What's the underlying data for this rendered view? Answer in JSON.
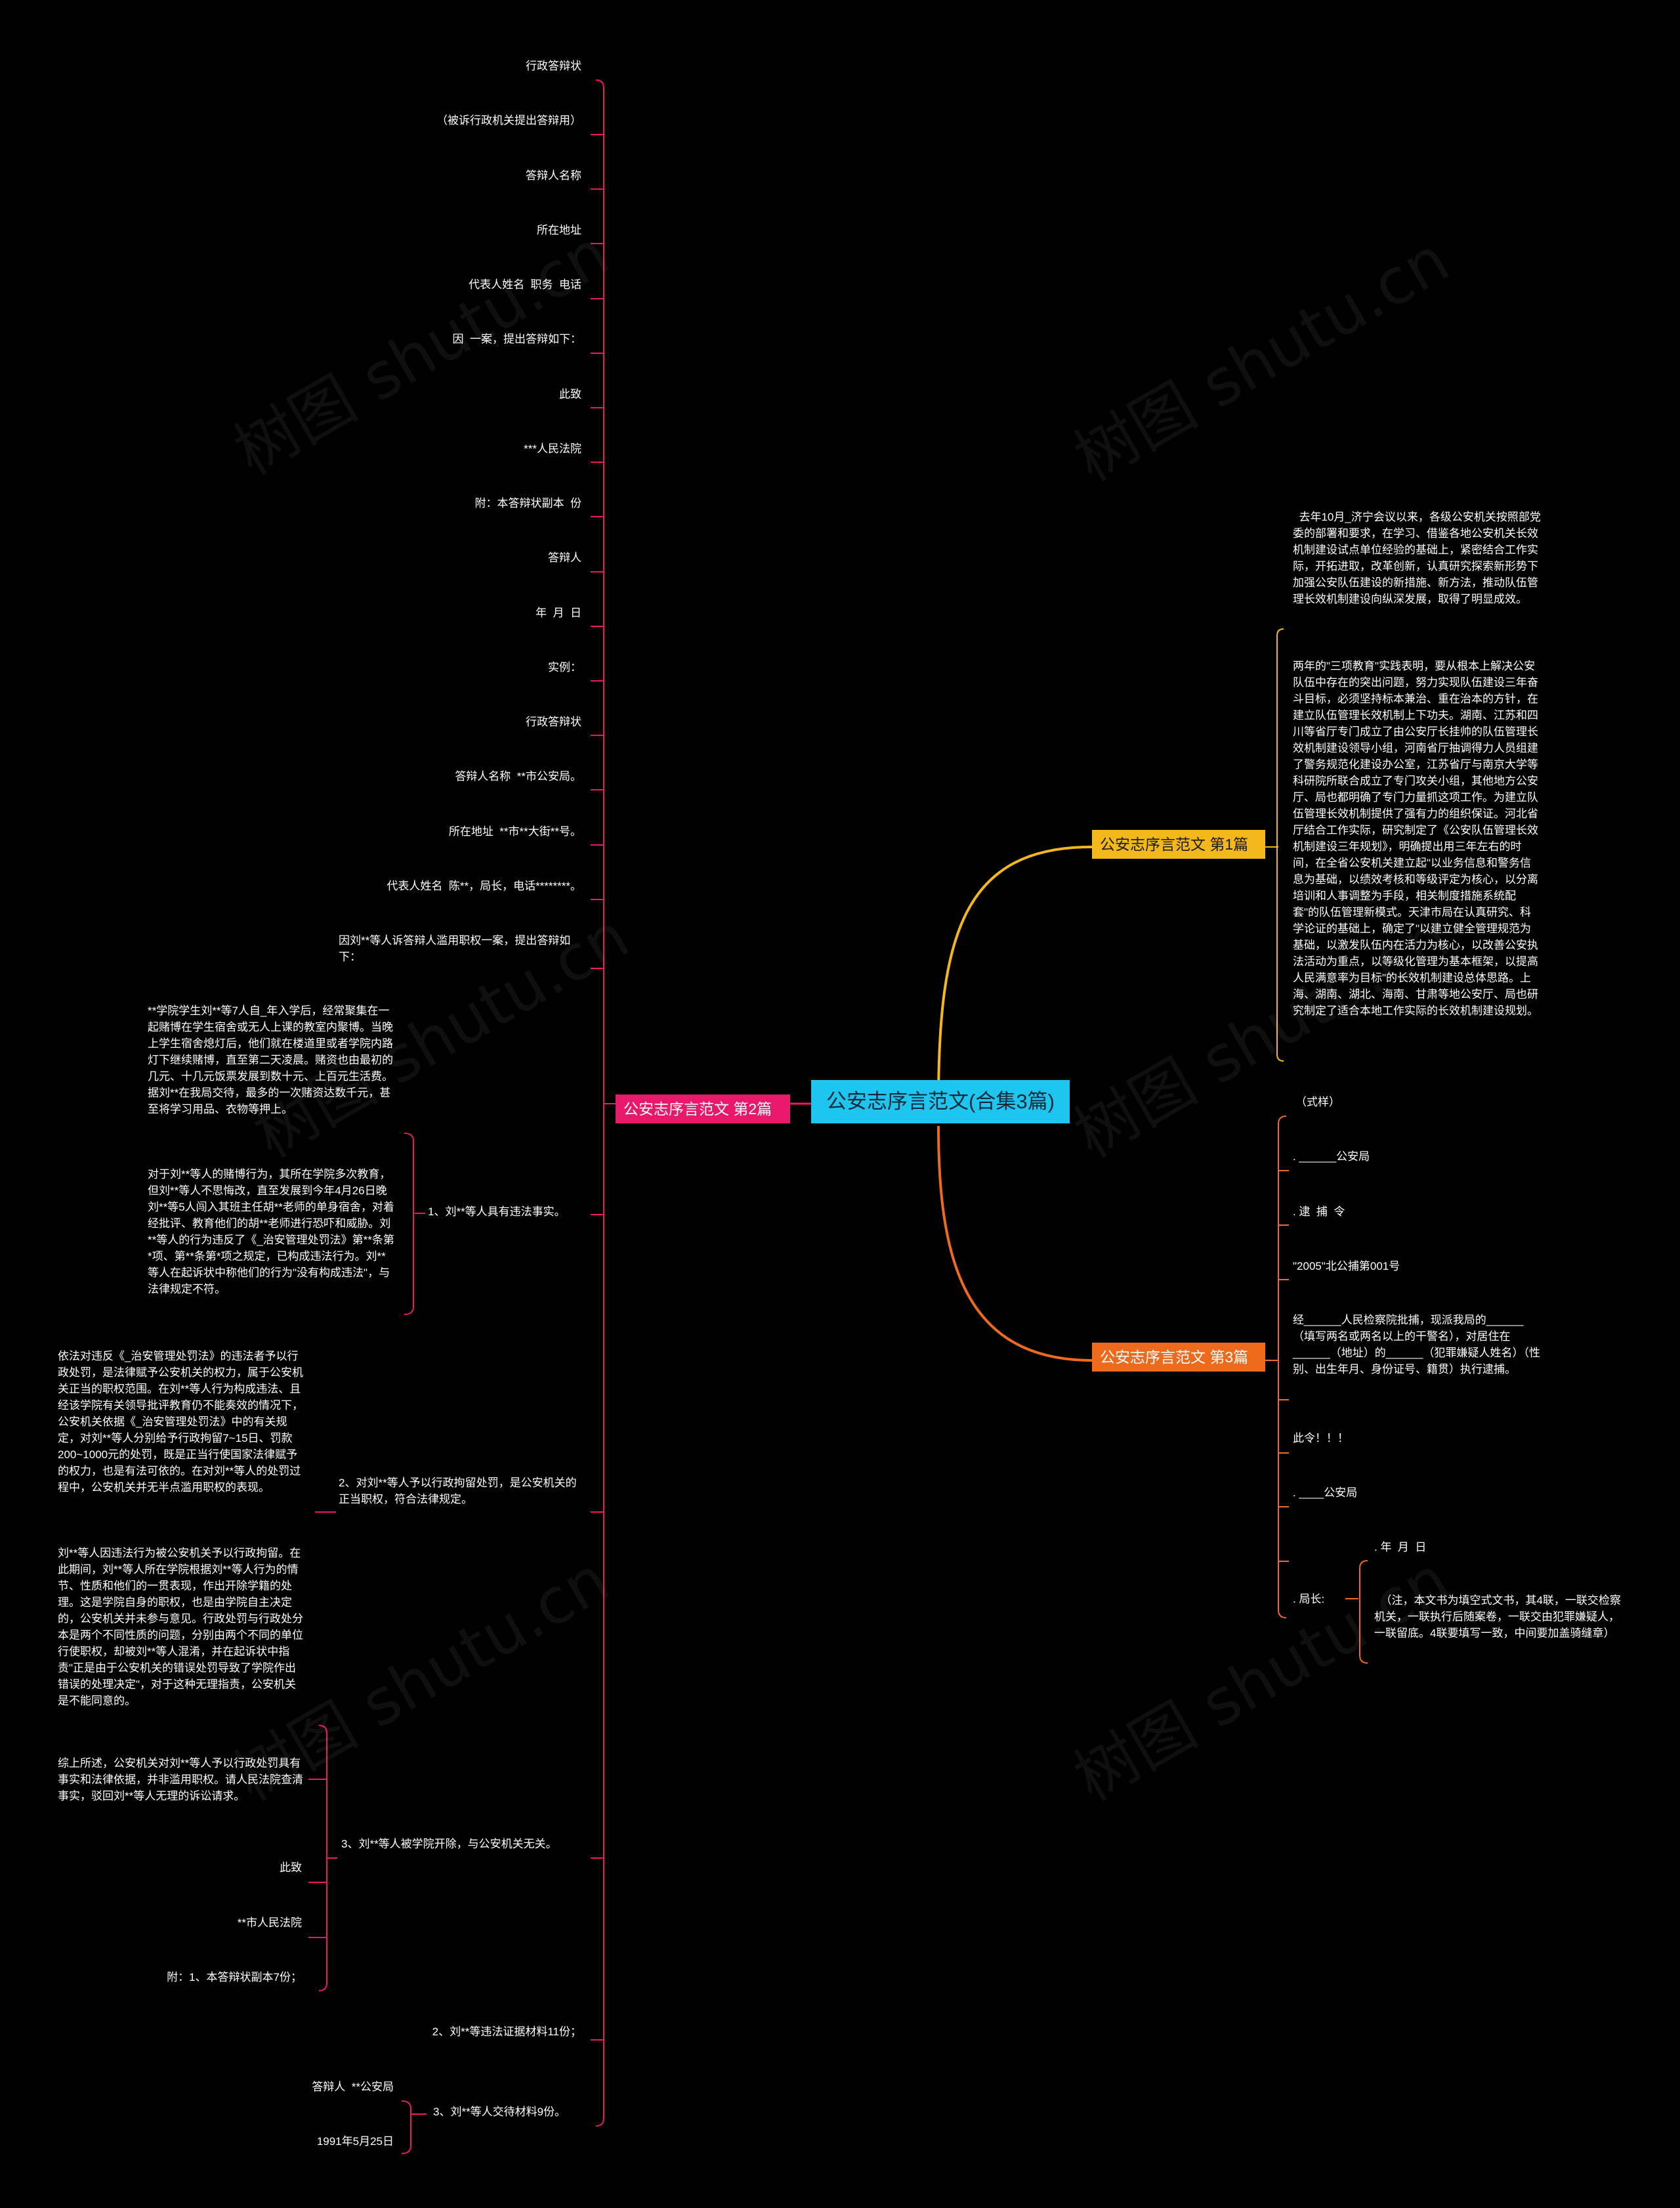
{
  "root": {
    "label": "公安志序言范文(合集3篇)"
  },
  "branch1": {
    "label": "公安志序言范文 第1篇",
    "color": "#f4b81c",
    "items": [
      "  去年10月_济宁会议以来，各级公安机关按照部党委的部署和要求，在学习、借鉴各地公安机关长效机制建设试点单位经验的基础上，紧密结合工作实际，开拓进取，改革创新，认真研究探索新形势下加强公安队伍建设的新措施、新方法，推动队伍管理长效机制建设向纵深发展，取得了明显成效。",
      "两年的\"三项教育\"实践表明，要从根本上解决公安队伍中存在的突出问题，努力实现队伍建设三年奋斗目标，必须坚持标本兼治、重在治本的方针，在建立队伍管理长效机制上下功夫。湖南、江苏和四川等省厅专门成立了由公安厅长挂帅的队伍管理长效机制建设领导小组，河南省厅抽调得力人员组建了警务规范化建设办公室，江苏省厅与南京大学等科研院所联合成立了专门攻关小组，其他地方公安厅、局也都明确了专门力量抓这项工作。为建立队伍管理长效机制提供了强有力的组织保证。河北省厅结合工作实际，研究制定了《公安队伍管理长效机制建设三年规划》，明确提出用三年左右的时间，在全省公安机关建立起\"以业务信息和警务信息为基础，以绩效考核和等级评定为核心，以分离培训和人事调整为手段，相关制度措施系统配套\"的队伍管理新模式。天津市局在认真研究、科学论证的基础上，确定了\"以建立健全管理规范为基础，以激发队伍内在活力为核心，以改善公安执法活动为重点，以等级化管理为基本框架，以提高人民满意率为目标\"的长效机制建设总体思路。上海、湖南、湖北、海南、甘肃等地公安厅、局也研究制定了适合本地工作实际的长效机制建设规划。"
    ]
  },
  "branch2": {
    "label": "公安志序言范文 第2篇",
    "color": "#e8186b",
    "items": [
      "行政答辩状",
      "（被诉行政机关提出答辩用）",
      "答辩人名称",
      "所在地址",
      "代表人姓名  职务  电话",
      "因  一案，提出答辩如下：",
      "此致",
      "***人民法院",
      "附：本答辩状副本  份",
      "答辩人",
      "年  月  日",
      "实例：",
      "行政答辩状",
      "答辩人名称  **市公安局。",
      "所在地址  **市**大街**号。",
      "代表人姓名  陈**，局长，电话********。",
      "因刘**等人诉答辩人滥用职权一案，提出答辩如下："
    ],
    "sub1": {
      "label": "1、刘**等人具有违法事实。",
      "children": [
        "**学院学生刘**等7人自_年入学后，经常聚集在一起赌博在学生宿舍或无人上课的教室内聚博。当晚上学生宿舍熄灯后，他们就在楼道里或者学院内路灯下继续赌博，直至第二天凌晨。赌资也由最初的几元、十几元饭票发展到数十元、上百元生活费。据刘**在我局交待，最多的一次赌资达数千元，甚至将学习用品、衣物等押上。",
        "对于刘**等人的赌博行为，其所在学院多次教育，但刘**等人不思悔改，直至发展到今年4月26日晚刘**等5人闯入其班主任胡**老师的单身宿舍，对着经批评、教育他们的胡**老师进行恐吓和威胁。刘**等人的行为违反了《_治安管理处罚法》第**条第*项、第**条第*项之规定，已构成违法行为。刘**等人在起诉状中称他们的行为\"没有构成违法\"，与法律规定不符。"
      ]
    },
    "sub2": {
      "label": "2、对刘**等人予以行政拘留处罚，是公安机关的正当职权，符合法律规定。",
      "children": [
        "依法对违反《_治安管理处罚法》的违法者予以行政处罚，是法律赋予公安机关的权力，属于公安机关正当的职权范围。在刘**等人行为构成违法、且经该学院有关领导批评教育仍不能奏效的情况下，公安机关依据《_治安管理处罚法》中的有关规定，对刘**等人分别给予行政拘留7~15日、罚款200~1000元的处罚，既是正当行使国家法律赋予的权力，也是有法可依的。在对刘**等人的处罚过程中，公安机关并无半点滥用职权的表现。"
      ]
    },
    "sub3": {
      "label": "3、刘**等人被学院开除，与公安机关无关。",
      "children": [
        "刘**等人因违法行为被公安机关予以行政拘留。在此期间，刘**等人所在学院根据刘**等人行为的情节、性质和他们的一贯表现，作出开除学籍的处理。这是学院自身的职权，也是由学院自主决定的，公安机关并未参与意见。行政处罚与行政处分本是两个不同性质的问题，分别由两个不同的单位行使职权，却被刘**等人混淆，并在起诉状中指责\"正是由于公安机关的错误处罚导致了学院作出错误的处理决定\"，对于这种无理指责，公安机关是不能同意的。",
        "综上所述，公安机关对刘**等人予以行政处罚具有事实和法律依据，并非滥用职权。请人民法院查清事实，驳回刘**等人无理的诉讼请求。",
        "此致",
        "**市人民法院",
        "附：1、本答辩状副本7份；"
      ]
    },
    "item_after_sub3": "2、刘**等违法证据材料11份；",
    "sub4": {
      "label": "3、刘**等人交待材料9份。",
      "children": [
        "答辩人  **公安局",
        "1991年5月25日"
      ]
    }
  },
  "branch3": {
    "label": "公安志序言范文 第3篇",
    "color": "#ee6a1c",
    "items": [
      "（式样）",
      ". ______公安局",
      ". 逮  捕  令",
      "\"2005\"北公捕第001号",
      "经______人民检察院批捕，现派我局的______（填写两名或两名以上的干警名），对居住在______（地址）的______（犯罪嫌疑人姓名）（性别、出生年月、身份证号、籍贯）执行逮捕。",
      "此令！！！",
      ". ____公安局"
    ],
    "sub": {
      "label": ". 局长:",
      "children": [
        ". 年  月  日",
        "  （注，本文书为填空式文书，其4联，一联交检察机关，一联执行后随案卷，一联交由犯罪嫌疑人，一联留底。4联要填写一致，中间要加盖骑缝章）"
      ]
    }
  },
  "watermark": "树图 shutu.cn"
}
